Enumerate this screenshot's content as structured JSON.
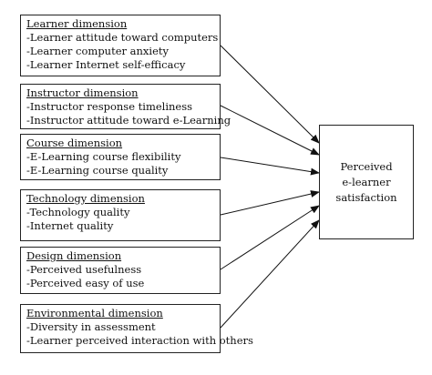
{
  "dimensions": [
    {
      "title": "Learner dimension",
      "items": [
        "-Learner attitude toward computers",
        "-Learner computer anxiety",
        "-Learner Internet self-efficacy"
      ]
    },
    {
      "title": "Instructor dimension",
      "items": [
        "-Instructor response timeliness",
        "-Instructor attitude toward e-Learning"
      ]
    },
    {
      "title": "Course dimension",
      "items": [
        "-E-Learning course flexibility",
        "-E-Learning course quality"
      ]
    },
    {
      "title": "Technology dimension",
      "items": [
        "-Technology quality",
        "-Internet quality"
      ]
    },
    {
      "title": "Design dimension",
      "items": [
        "-Perceived usefulness",
        "-Perceived easy of use"
      ]
    },
    {
      "title": "Environmental dimension",
      "items": [
        "-Diversity in assessment",
        "-Learner perceived interaction with others"
      ]
    }
  ],
  "outcome": {
    "lines": [
      "Perceived",
      "e-learner",
      "satisfaction"
    ]
  }
}
